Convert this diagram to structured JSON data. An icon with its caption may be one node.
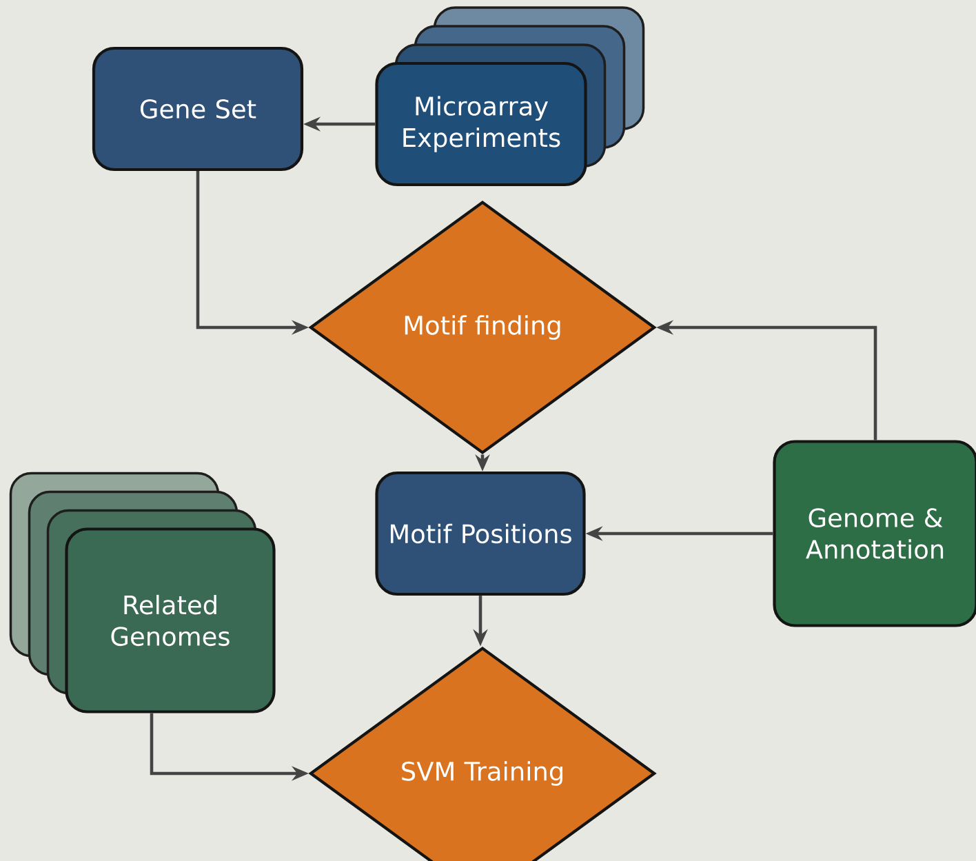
{
  "diagram": {
    "nodes": [
      {
        "text": [
          "Gene Set"
        ]
      },
      {
        "text": [
          "Microarray Experiments"
        ]
      },
      {
        "text": [
          "Motif finding"
        ]
      },
      {
        "text": [
          "Motif Positions"
        ]
      },
      {
        "text": [
          "Genome & Annotation"
        ]
      },
      {
        "text": [
          "Related Genomes"
        ]
      },
      {
        "text": [
          "SVM Training"
        ]
      }
    ],
    "edges": [
      {
        "from": 1,
        "to": 0,
        "arrow": "to"
      },
      {
        "from": 0,
        "to": 2,
        "arrow": "to"
      },
      {
        "from": 4,
        "to": 2,
        "arrow": "to"
      },
      {
        "from": 2,
        "to": 3,
        "arrow": "to"
      },
      {
        "from": 4,
        "to": 3,
        "arrow": "to"
      },
      {
        "from": 3,
        "to": 6,
        "arrow": "to"
      },
      {
        "from": 5,
        "to": 6,
        "arrow": "to"
      }
    ]
  }
}
